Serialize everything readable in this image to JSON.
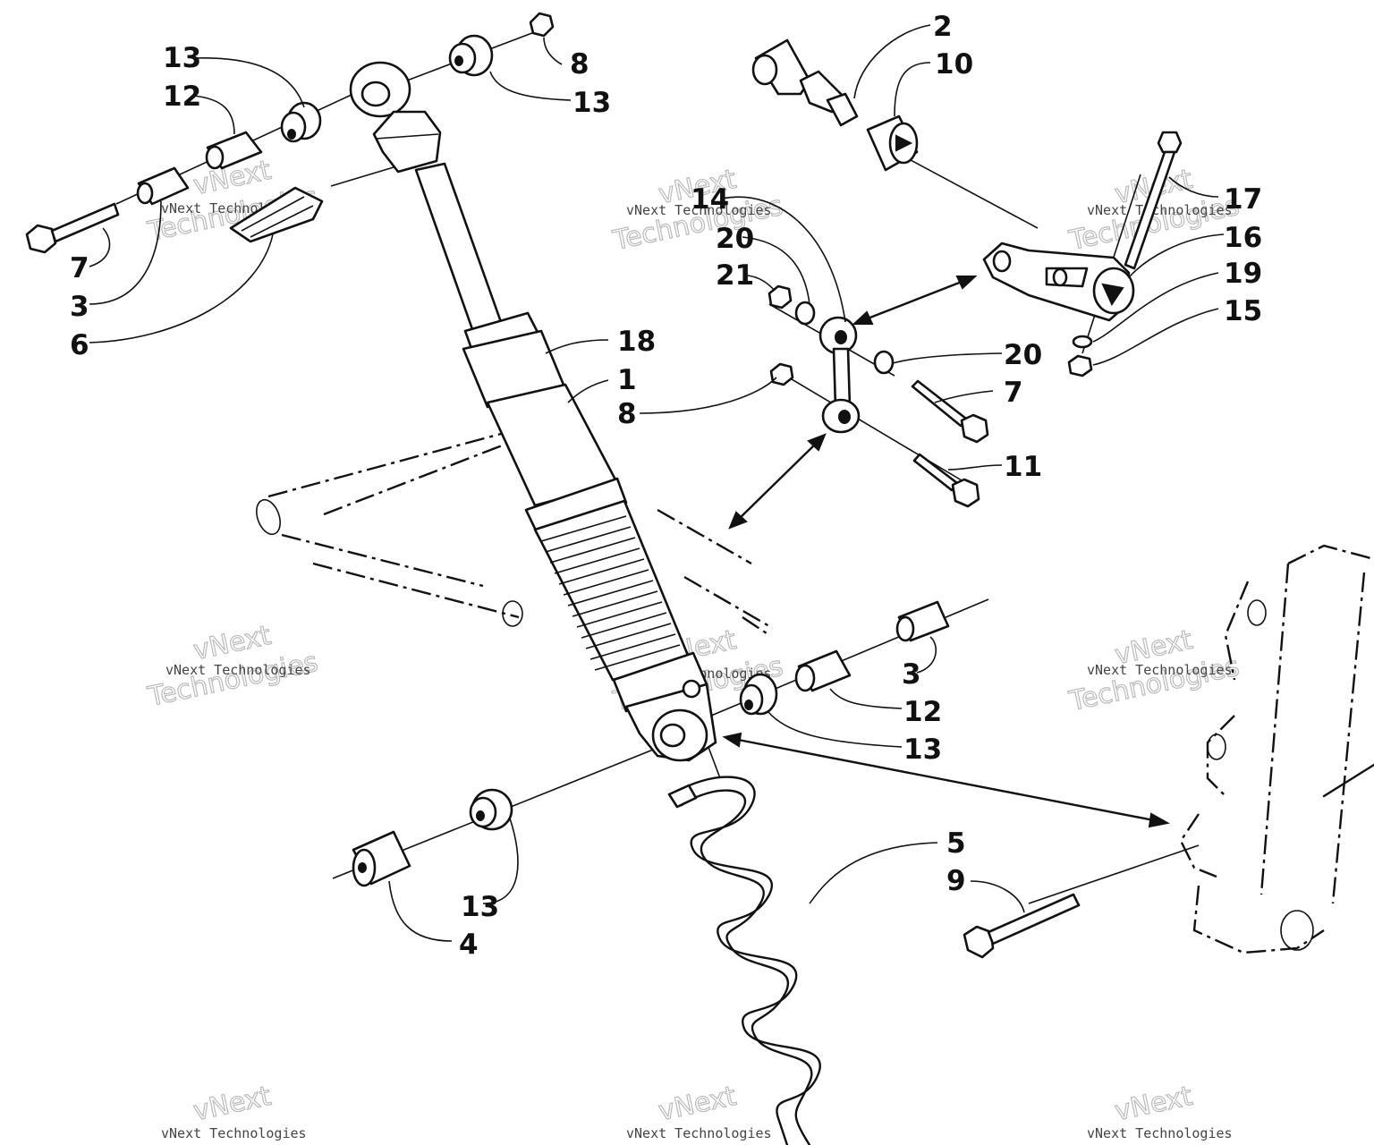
{
  "watermark": {
    "line1": "vNext",
    "line2": "Technologies",
    "small": "vNext Technologies"
  },
  "callouts": {
    "c13_top_left": "13",
    "c12_top": "12",
    "c7_left": "7",
    "c3_left": "3",
    "c6": "6",
    "c8_top": "8",
    "c13_top_right": "13",
    "c2": "2",
    "c10": "10",
    "c14": "14",
    "c20_upper": "20",
    "c21": "21",
    "c20_lower": "20",
    "c7_right": "7",
    "c8_mid": "8",
    "c11": "11",
    "c18": "18",
    "c1": "1",
    "c17": "17",
    "c16": "16",
    "c19": "19",
    "c15": "15",
    "c3_right": "3",
    "c12_right": "12",
    "c13_mid": "13",
    "c13_bottom": "13",
    "c4": "4",
    "c5": "5",
    "c9": "9"
  }
}
